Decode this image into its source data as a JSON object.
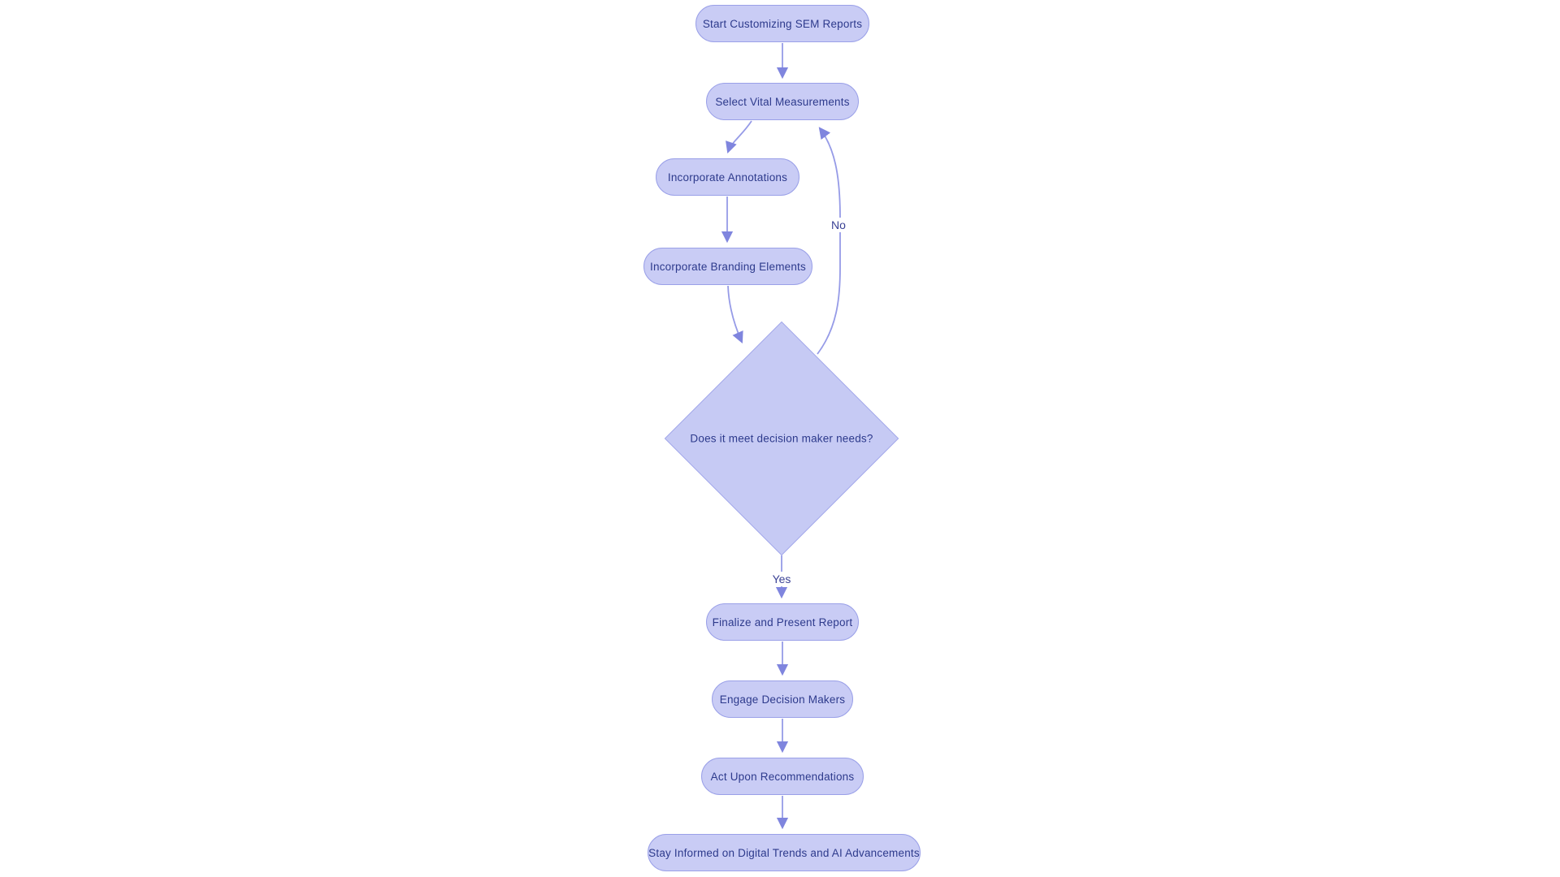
{
  "diagram": {
    "type": "flowchart",
    "background_color": "#ffffff",
    "node_fill_color": "#c9ccf5",
    "node_border_color": "#9aa0e8",
    "edge_color": "#969be7",
    "arrow_color": "#7f85de",
    "text_color": "#2d3a8c",
    "nodes": [
      {
        "id": "start",
        "shape": "rounded",
        "label": "Start Customizing SEM Reports"
      },
      {
        "id": "select",
        "shape": "rounded",
        "label": "Select Vital Measurements"
      },
      {
        "id": "annot",
        "shape": "rounded",
        "label": "Incorporate Annotations"
      },
      {
        "id": "brand",
        "shape": "rounded",
        "label": "Incorporate Branding Elements"
      },
      {
        "id": "decision",
        "shape": "diamond",
        "label": "Does it meet decision maker needs?"
      },
      {
        "id": "finalize",
        "shape": "rounded",
        "label": "Finalize and Present Report"
      },
      {
        "id": "engage",
        "shape": "rounded",
        "label": "Engage Decision Makers"
      },
      {
        "id": "act",
        "shape": "rounded",
        "label": "Act Upon Recommendations"
      },
      {
        "id": "stay",
        "shape": "rounded",
        "label": "Stay Informed on Digital Trends and AI Advancements"
      }
    ],
    "edges": [
      {
        "from": "start",
        "to": "select",
        "label": ""
      },
      {
        "from": "select",
        "to": "annot",
        "label": ""
      },
      {
        "from": "annot",
        "to": "brand",
        "label": ""
      },
      {
        "from": "brand",
        "to": "decision",
        "label": ""
      },
      {
        "from": "decision",
        "to": "select",
        "label": "No"
      },
      {
        "from": "decision",
        "to": "finalize",
        "label": "Yes"
      },
      {
        "from": "finalize",
        "to": "engage",
        "label": ""
      },
      {
        "from": "engage",
        "to": "act",
        "label": ""
      },
      {
        "from": "act",
        "to": "stay",
        "label": ""
      }
    ],
    "edge_labels": {
      "no": "No",
      "yes": "Yes"
    }
  }
}
